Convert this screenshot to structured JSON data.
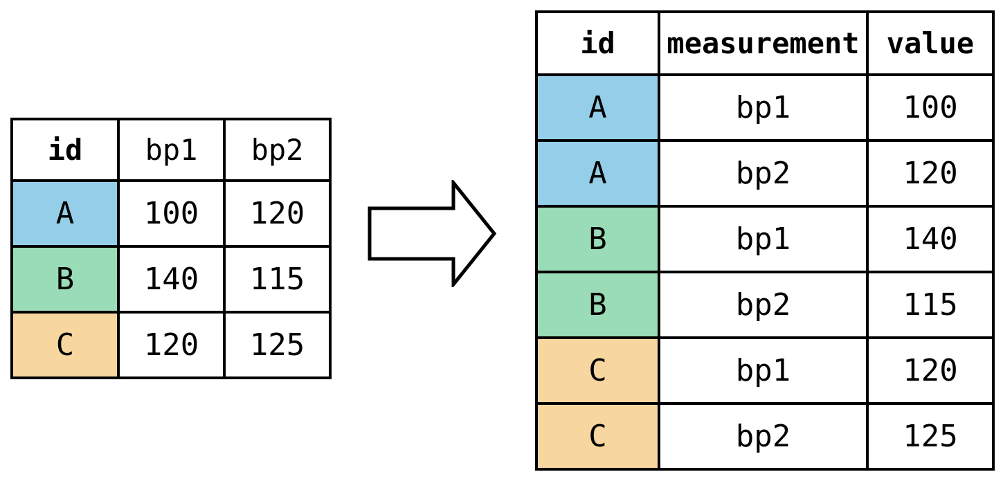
{
  "diagram_title": "",
  "wide_table": {
    "headers": [
      "id",
      "bp1",
      "bp2"
    ],
    "rows": [
      [
        "A",
        "100",
        "120"
      ],
      [
        "B",
        "140",
        "115"
      ],
      [
        "C",
        "120",
        "125"
      ]
    ]
  },
  "long_table": {
    "headers": [
      "id",
      "measurement",
      "value"
    ],
    "rows": [
      [
        "A",
        "bp1",
        "100"
      ],
      [
        "A",
        "bp2",
        "120"
      ],
      [
        "B",
        "bp1",
        "140"
      ],
      [
        "B",
        "bp2",
        "115"
      ],
      [
        "C",
        "bp1",
        "120"
      ],
      [
        "C",
        "bp2",
        "125"
      ]
    ]
  },
  "colors": {
    "id_A": "#94CEE8",
    "id_B": "#9ADBB8",
    "id_C": "#F8D6A0",
    "table_border": "#000000",
    "background": "#FFFFFF",
    "arrow_fill": "#FFFFFF",
    "arrow_stroke": "#000000"
  },
  "arrow": {
    "icon": "right-block-arrow"
  }
}
